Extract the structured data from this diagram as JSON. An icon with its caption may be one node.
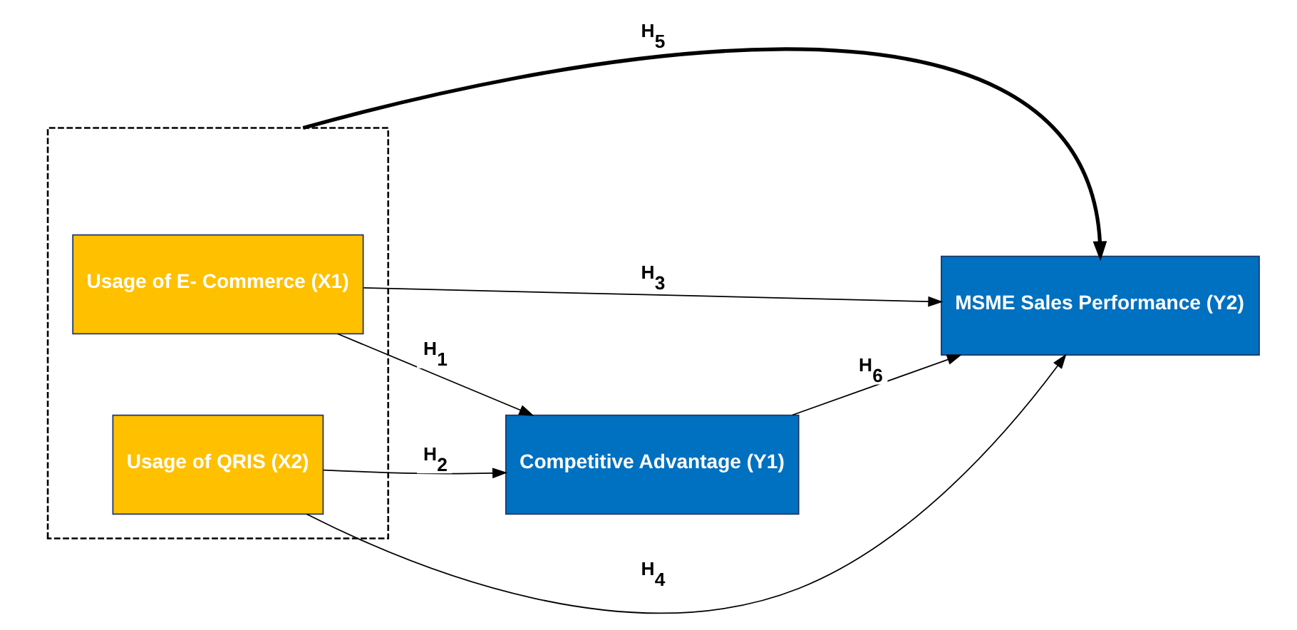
{
  "diagram": {
    "nodes": [
      {
        "text": [],
        "shape": "box"
      },
      {
        "text": [
          "Usage of E- Commerce (X1)"
        ],
        "in": 0
      },
      {
        "text": [
          "Usage of QRIS (X2)"
        ],
        "in": 0
      },
      {
        "text": [
          "Competitive Advantage (Y1)"
        ]
      },
      {
        "text": [
          "MSME Sales Performance (Y2)"
        ]
      }
    ],
    "edges": [
      {
        "from": 0,
        "to": 4,
        "arrow": "to",
        "label": "H$_{5}$",
        "style": "thick"
      },
      {
        "from": 1,
        "to": 4,
        "arrow": "to",
        "label": "H$_{3}$"
      },
      {
        "from": 1,
        "to": 3,
        "arrow": "to",
        "label": "H$_{1}$"
      },
      {
        "from": 2,
        "to": 3,
        "arrow": "to",
        "label": "H$_{2}$"
      },
      {
        "from": 3,
        "to": 4,
        "arrow": "to",
        "label": "H$_{6}$"
      },
      {
        "from": 2,
        "to": 4,
        "arrow": "to",
        "label": "H$_{4}$"
      }
    ]
  }
}
